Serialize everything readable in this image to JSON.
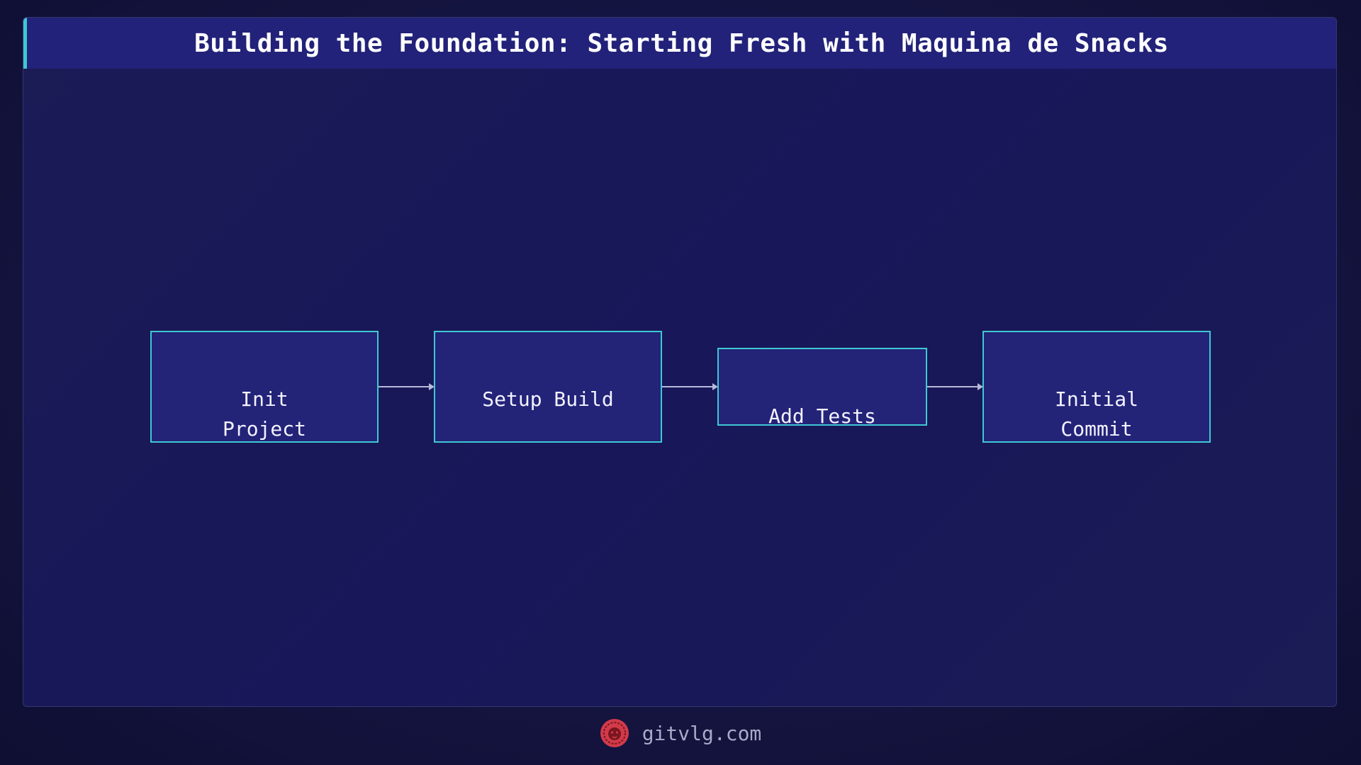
{
  "title": "Building the Foundation: Starting Fresh with Maquina de Snacks",
  "flow": {
    "nodes": [
      {
        "id": "init-project",
        "label": "Init\nProject"
      },
      {
        "id": "setup-build",
        "label": "Setup Build"
      },
      {
        "id": "add-tests",
        "label": "Add Tests"
      },
      {
        "id": "initial-commit",
        "label": "Initial\nCommit"
      }
    ],
    "edges": [
      {
        "from": "init-project",
        "to": "setup-build"
      },
      {
        "from": "setup-build",
        "to": "add-tests"
      },
      {
        "from": "add-tests",
        "to": "initial-commit"
      }
    ]
  },
  "footer": {
    "site": "gitvlg.com",
    "logo_icon": "lion-logo-icon"
  },
  "colors": {
    "background": "#121238",
    "node_fill": "#232378",
    "node_border": "#3fc8d2",
    "title_bar": "#22227a",
    "accent": "#3fc8d2",
    "logo": "#d23a4a"
  }
}
